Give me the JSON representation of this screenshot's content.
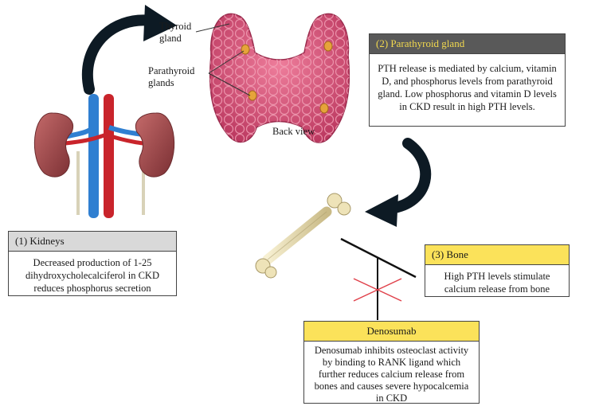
{
  "labels": {
    "thyroid": "Thyroid gland",
    "parathyroid": "Parathyroid glands",
    "back_view": "Back view"
  },
  "boxes": {
    "parathyroid": {
      "heading": "(2) Parathyroid gland",
      "body": "PTH release is mediated by calcium, vitamin D, and phosphorus levels from parathyroid gland. Low phosphorus and vitamin D levels in CKD result in high PTH levels."
    },
    "kidneys": {
      "heading": "(1) Kidneys",
      "body": "Decreased production of 1-25 dihydroxycholecalciferol in CKD reduces phosphorus secretion"
    },
    "bone": {
      "heading": "(3) Bone",
      "body": "High PTH levels stimulate calcium release from bone"
    },
    "denosumab": {
      "heading": "Denosumab",
      "body": "Denosumab inhibits osteoclast activity by binding to RANK ligand which further reduces calcium release from bones and causes severe hypocalcemia in CKD"
    }
  },
  "colors": {
    "grey_header": "#d9d9d9",
    "dark_header": "#595959",
    "dark_header_text": "#f2d94e",
    "yellow_header": "#fbe25a",
    "artery": "#c9242b",
    "vein": "#2f7fd1",
    "kidney": "#a2474a",
    "thyroid": "#d94c74",
    "parathyroid_node": "#e6a43a",
    "bone": "#eee3b8",
    "arrow": "#0d1a24",
    "cross": "#e0404a"
  }
}
